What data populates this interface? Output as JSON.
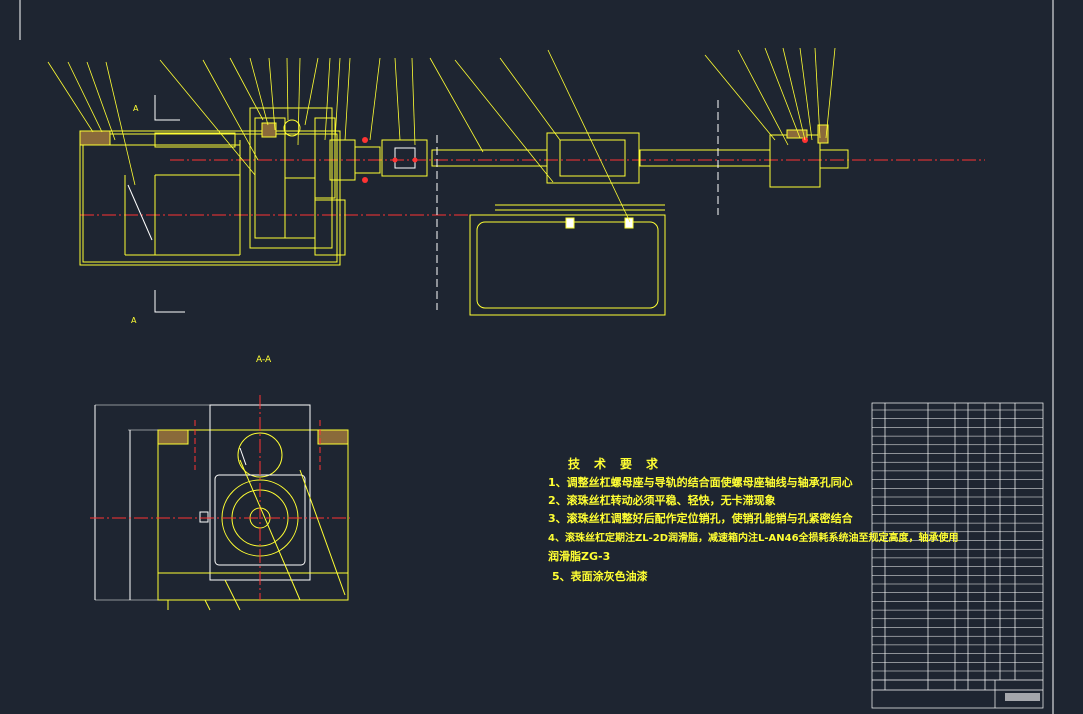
{
  "drawing": {
    "section_label": "A-A",
    "view_label_top": "A",
    "view_label_bottom": "A"
  },
  "technical_requirements": {
    "title": "技术要求",
    "items": [
      "1、调整丝杠螺母座与导轨的结合面使螺母座轴线与轴承孔同心",
      "2、滚珠丝杠转动必须平稳、轻快，无卡滞现象",
      "3、滚珠丝杠调整好后配作定位销孔，使销孔能销与孔紧密结合",
      "4、滚珠丝杠定期注ZL-2D润滑脂，减速箱内注L-AN46全损耗系统油至规定高度，轴承使用",
      "润滑脂ZG-3",
      "5、表面涂灰色油漆"
    ]
  },
  "colors": {
    "background": "#1e2531",
    "outline": "#ffff33",
    "centerline": "#ff3333",
    "hidden": "#ffffff",
    "border": "#ffffff"
  }
}
